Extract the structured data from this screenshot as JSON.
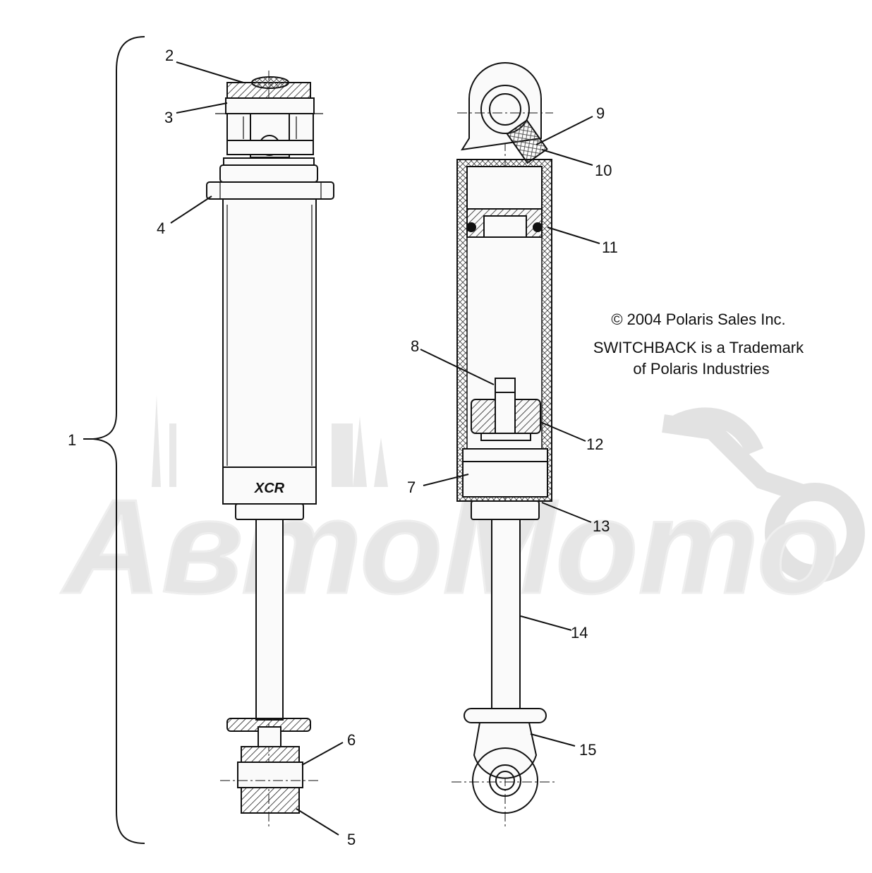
{
  "callouts": [
    {
      "id": "1",
      "label": "1"
    },
    {
      "id": "2",
      "label": "2"
    },
    {
      "id": "3",
      "label": "3"
    },
    {
      "id": "4",
      "label": "4"
    },
    {
      "id": "5",
      "label": "5"
    },
    {
      "id": "6",
      "label": "6"
    },
    {
      "id": "7",
      "label": "7"
    },
    {
      "id": "8",
      "label": "8"
    },
    {
      "id": "9",
      "label": "9"
    },
    {
      "id": "10",
      "label": "10"
    },
    {
      "id": "11",
      "label": "11"
    },
    {
      "id": "12",
      "label": "12"
    },
    {
      "id": "13",
      "label": "13"
    },
    {
      "id": "14",
      "label": "14"
    },
    {
      "id": "15",
      "label": "15"
    }
  ],
  "notes": {
    "copyright": "© 2004 Polaris Sales Inc.",
    "trademark_line1": "SWITCHBACK is a Trademark",
    "trademark_line2": "of Polaris Industries"
  },
  "watermark": {
    "text": "АвтоМото"
  },
  "colors": {
    "line": "#111111",
    "watermark": "#d9d9d9",
    "hatch": "#222222"
  }
}
